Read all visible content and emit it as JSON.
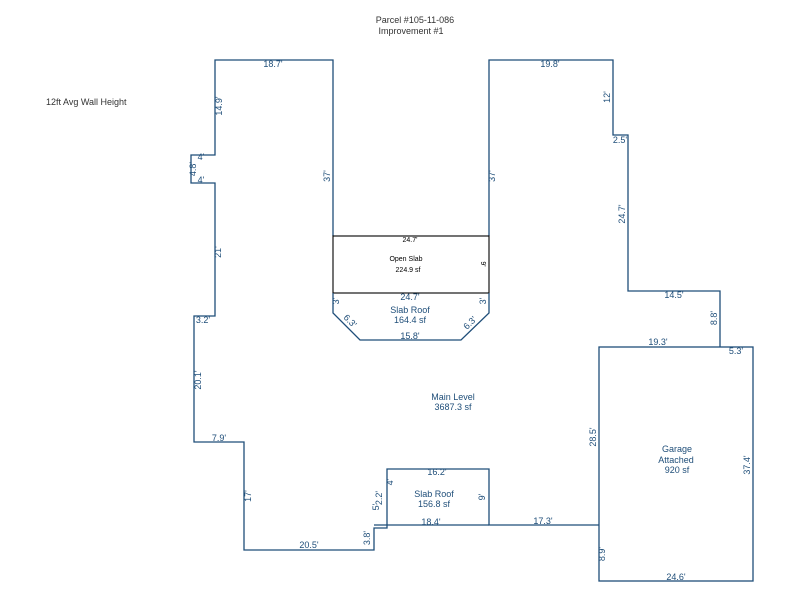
{
  "header": {
    "parcel": "Parcel #105-11-086",
    "improvement": "Improvement #1"
  },
  "note": "12ft Avg Wall Height",
  "areas": {
    "main": {
      "name": "Main Level",
      "area": "3687.3 sf"
    },
    "open_slab": {
      "name": "Open Slab",
      "area": "224.9 sf"
    },
    "slab_roof_top": {
      "name": "Slab Roof",
      "area": "164.4 sf"
    },
    "slab_roof_bottom": {
      "name": "Slab Roof",
      "area": "156.8 sf"
    },
    "garage": {
      "name": "Garage",
      "sub": "Attached",
      "area": "920 sf"
    }
  },
  "dims": {
    "d_18_7": "18.7'",
    "d_14_9": "14.9'",
    "d_4_a": "4'",
    "d_4_8": "4.8'",
    "d_4_b": "4'",
    "d_21": "21'",
    "d_3_2": "3.2'",
    "d_20_1": "20.1'",
    "d_7_9": "7.9'",
    "d_17": "17'",
    "d_20_5": "20.5'",
    "d_3_8": "3.8'",
    "d_5": "5'",
    "d_2_2": "2.2'",
    "d_4_c": "4'",
    "d_16_2": "16.2'",
    "d_9_b": "9'",
    "d_18_4": "18.4'",
    "d_17_3": "17.3'",
    "d_37_l": "37'",
    "d_37_r": "37'",
    "d_24_7_slab": "24.7'",
    "d_9_slab": "9'",
    "d_24_7_roof": "24.7'",
    "d_3_l": "3'",
    "d_3_r": "3'",
    "d_6_3_l": "6.3'",
    "d_6_3_r": "6.3'",
    "d_15_8": "15.8'",
    "d_19_8": "19.8'",
    "d_12": "12'",
    "d_2_5": "2.5'",
    "d_24_7_right": "24.7'",
    "d_14_5": "14.5'",
    "d_8_8": "8.8'",
    "d_19_3": "19.3'",
    "d_5_3": "5.3'",
    "d_28_5": "28.5'",
    "d_37_4": "37.4'",
    "d_8_9": "8.9'",
    "d_24_6": "24.6'"
  }
}
